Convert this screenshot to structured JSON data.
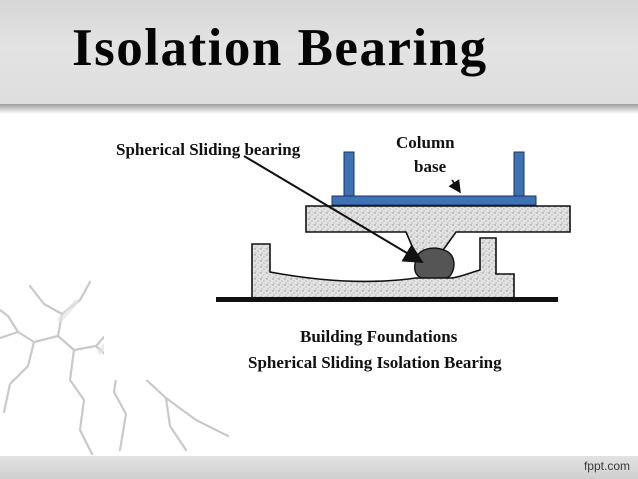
{
  "slide": {
    "title": "Isolation Bearing",
    "footer_credit": "fppt.com"
  },
  "diagram": {
    "label_bearing": "Spherical Sliding bearing",
    "label_column_line1": "Column",
    "label_column_line2": "base",
    "caption_line1": "Building Foundations",
    "caption_line2": "Spherical Sliding Isolation Bearing"
  },
  "colors": {
    "title_bar": "#dcdcdc",
    "column_steel": "#3f72b4",
    "concrete": "#e0e0e0",
    "bearing": "#555555"
  }
}
